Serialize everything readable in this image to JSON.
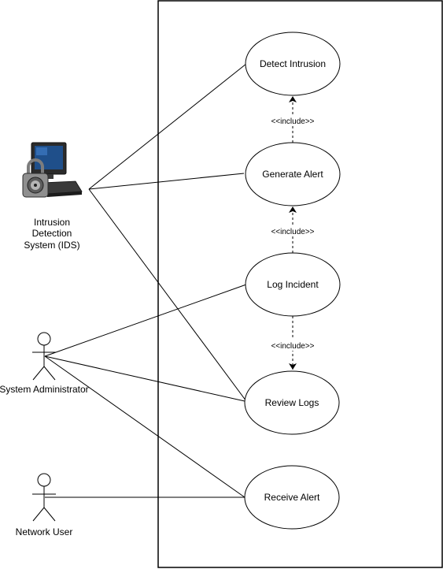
{
  "colors": {
    "stroke": "#000000",
    "fill": "#ffffff",
    "monitor_body": "#2b2b2b",
    "monitor_screen": "#1f4f8a",
    "lock_metal": "#9a9a9a"
  },
  "icons": {
    "ids_actor": "computer-with-padlock-icon",
    "stick_actors": "stick-figure-icon"
  },
  "actors": {
    "ids": {
      "line1": "Intrusion",
      "line2": "Detection",
      "line3": "System (IDS)"
    },
    "admin": {
      "label": "System Administrator"
    },
    "user": {
      "label": "Network User"
    }
  },
  "use_cases": {
    "detect": "Detect Intrusion",
    "generate": "Generate Alert",
    "log": "Log Incident",
    "review": "Review Logs",
    "receive": "Receive Alert"
  },
  "relations": {
    "include_1": "<<include>>",
    "include_2": "<<include>>",
    "include_3": "<<include>>"
  }
}
